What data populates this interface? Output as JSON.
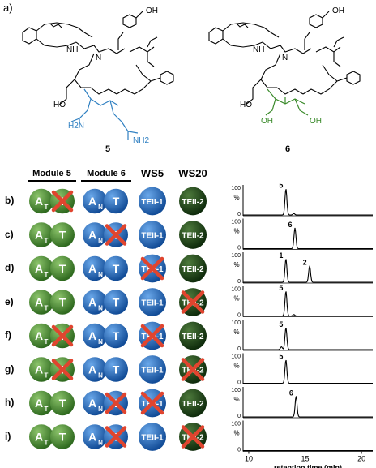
{
  "panel_a": {
    "label": "a)",
    "compounds": [
      {
        "number": "5",
        "group_left": "HO",
        "group_amide1": "H2N",
        "group_amide2": "NH2",
        "accent": "#2e7fc1"
      },
      {
        "number": "6",
        "group_left": "HO",
        "group_oh1": "OH",
        "group_oh2": "OH",
        "accent": "#3a8a2a"
      }
    ],
    "shared_atoms": {
      "oh_top": "OH",
      "nh": "NH",
      "n": "N",
      "o": "O",
      "h": "H",
      "n_plain": "N"
    }
  },
  "panel_b": {
    "headers": {
      "module5": "Module 5",
      "module6": "Module 6",
      "ws5": "WS5",
      "ws20": "WS20"
    },
    "domain_labels": {
      "a_t": "A",
      "a_t_sub": "T",
      "t": "T",
      "a_n": "A",
      "a_n_sub": "N",
      "teii1": "TEII-1",
      "teii2": "TEII-2"
    },
    "colors": {
      "green": "#3f7d2a",
      "blue": "#1f64b8",
      "darkgreen": "#1f4a1a",
      "cross": "#e0452f"
    },
    "rows": [
      {
        "label": "b)",
        "m5_T_off": true,
        "m6_T_off": false,
        "ws5_off": false,
        "ws20_off": false
      },
      {
        "label": "c)",
        "m5_T_off": false,
        "m6_T_off": true,
        "ws5_off": false,
        "ws20_off": false
      },
      {
        "label": "d)",
        "m5_T_off": false,
        "m6_T_off": false,
        "ws5_off": true,
        "ws20_off": false
      },
      {
        "label": "e)",
        "m5_T_off": false,
        "m6_T_off": false,
        "ws5_off": false,
        "ws20_off": true
      },
      {
        "label": "f)",
        "m5_T_off": true,
        "m6_T_off": false,
        "ws5_off": true,
        "ws20_off": false
      },
      {
        "label": "g)",
        "m5_T_off": true,
        "m6_T_off": false,
        "ws5_off": false,
        "ws20_off": true
      },
      {
        "label": "h)",
        "m5_T_off": false,
        "m6_T_off": true,
        "ws5_off": true,
        "ws20_off": false
      },
      {
        "label": "i)",
        "m5_T_off": false,
        "m6_T_off": true,
        "ws5_off": false,
        "ws20_off": true
      }
    ]
  },
  "chart_data": {
    "type": "line",
    "xlabel": "retention time (min)",
    "ylabel": "%",
    "x_ticks": [
      10,
      15,
      20
    ],
    "xlim": [
      9.5,
      21
    ],
    "y_tick_labels": [
      "100",
      "0"
    ],
    "traces": [
      {
        "row": "b)",
        "peaks": [
          {
            "x": 13.3,
            "h": 0.95,
            "label": "5"
          },
          {
            "x": 14.0,
            "h": 0.05,
            "label": ""
          }
        ]
      },
      {
        "row": "c)",
        "peaks": [
          {
            "x": 14.1,
            "h": 0.75,
            "label": "6"
          }
        ]
      },
      {
        "row": "d)",
        "peaks": [
          {
            "x": 13.3,
            "h": 0.85,
            "label": "1"
          },
          {
            "x": 15.4,
            "h": 0.6,
            "label": "2"
          }
        ]
      },
      {
        "row": "e)",
        "peaks": [
          {
            "x": 13.3,
            "h": 0.9,
            "label": "5"
          },
          {
            "x": 14.0,
            "h": 0.05,
            "label": ""
          }
        ]
      },
      {
        "row": "f)",
        "peaks": [
          {
            "x": 13.3,
            "h": 0.8,
            "label": "5"
          },
          {
            "x": 12.9,
            "h": 0.1,
            "label": ""
          }
        ]
      },
      {
        "row": "g)",
        "peaks": [
          {
            "x": 13.3,
            "h": 0.85,
            "label": "5"
          }
        ]
      },
      {
        "row": "h)",
        "peaks": [
          {
            "x": 14.2,
            "h": 0.75,
            "label": "6"
          }
        ]
      },
      {
        "row": "i)",
        "peaks": []
      }
    ]
  }
}
